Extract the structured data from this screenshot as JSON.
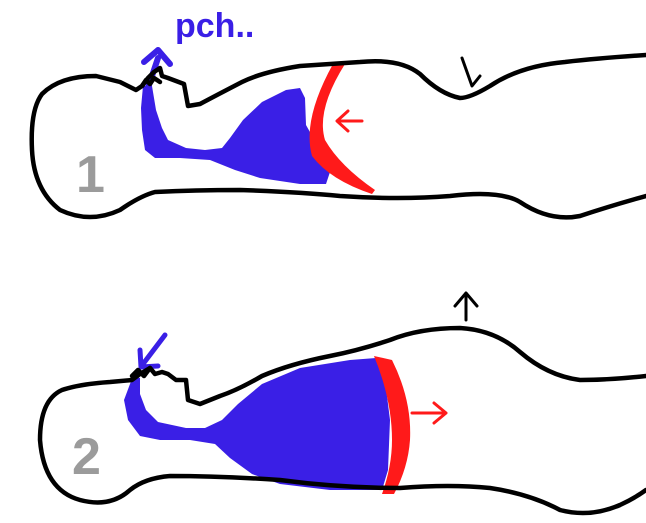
{
  "panels": [
    {
      "number": "1",
      "sound": "pch..",
      "breath": "exhale",
      "belly_arrow": "down",
      "diaphragm_arrow": "in"
    },
    {
      "number": "2",
      "sound": "",
      "breath": "inhale",
      "belly_arrow": "up",
      "diaphragm_arrow": "out"
    }
  ],
  "colors": {
    "lungs": "#3a1fe6",
    "diaphragm": "#ff1a1a",
    "outline": "#000000",
    "number": "#9b9b9b"
  }
}
